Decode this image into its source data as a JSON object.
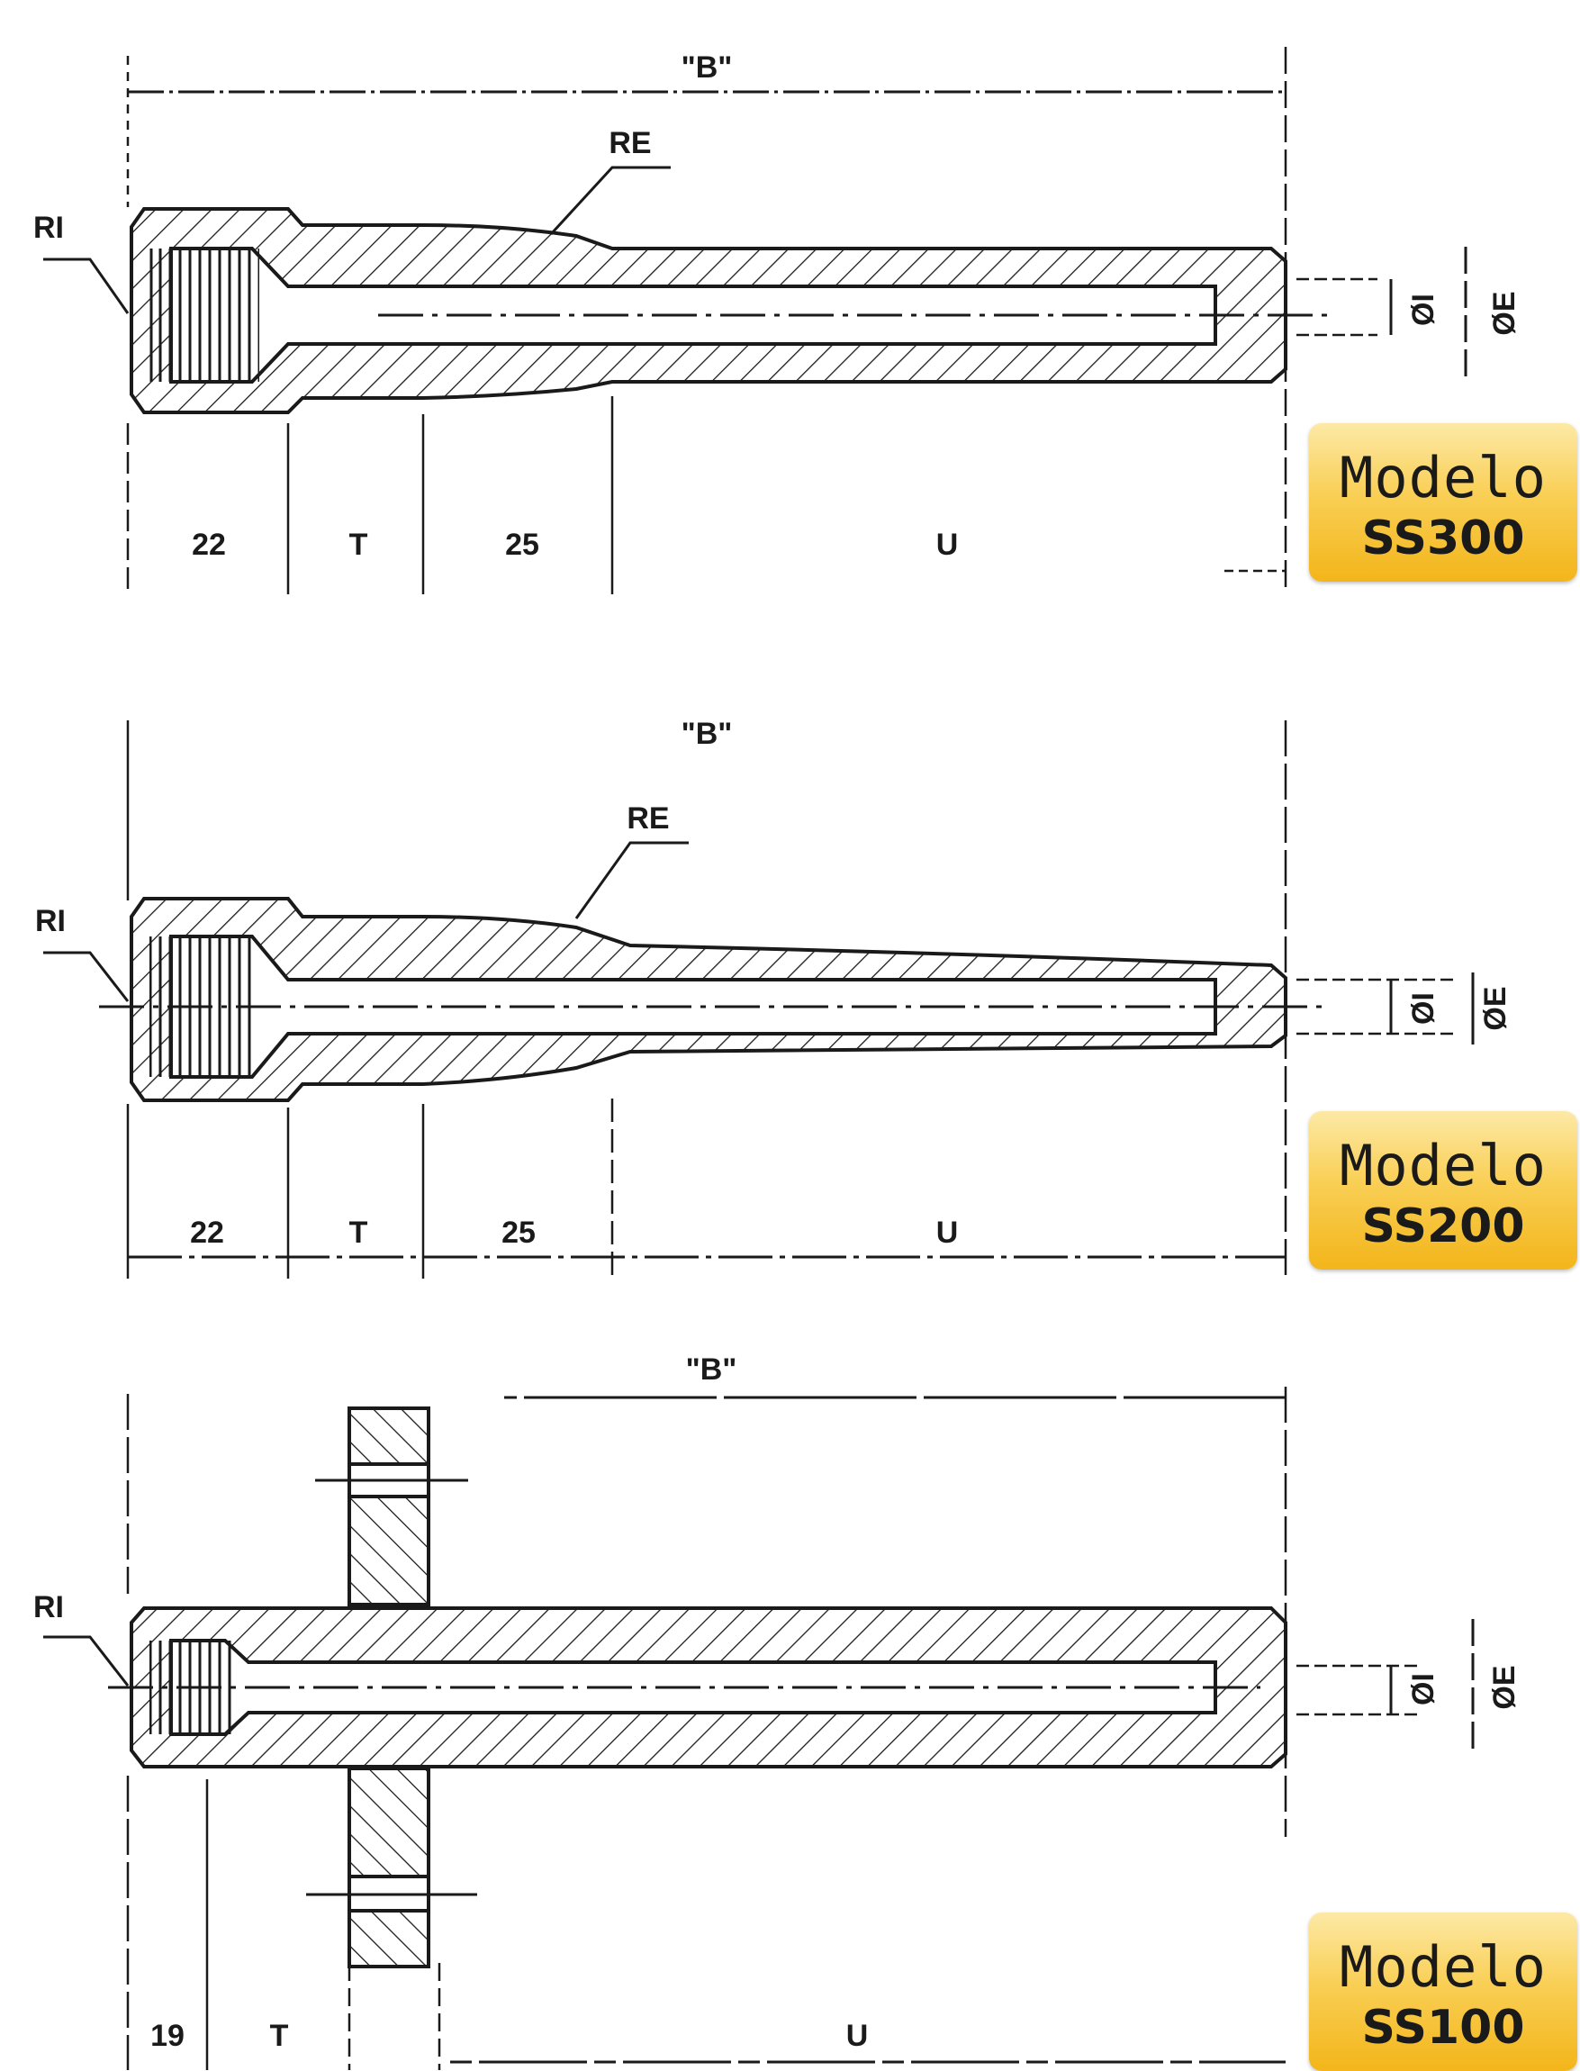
{
  "models": [
    {
      "id": "ss300",
      "badge_line1": "Modelo",
      "badge_line2": "SS300",
      "labels": {
        "overall": "\"B\"",
        "re": "RE",
        "ri": "RI",
        "d1": "22",
        "d2": "T",
        "d3": "25",
        "d4": "U",
        "dia_i": "ØI",
        "dia_e": "ØE"
      }
    },
    {
      "id": "ss200",
      "badge_line1": "Modelo",
      "badge_line2": "SS200",
      "labels": {
        "overall": "\"B\"",
        "re": "RE",
        "ri": "RI",
        "d1": "22",
        "d2": "T",
        "d3": "25",
        "d4": "U",
        "dia_i": "ØI",
        "dia_e": "ØE"
      }
    },
    {
      "id": "ss100",
      "badge_line1": "Modelo",
      "badge_line2": "SS100",
      "labels": {
        "overall": "\"B\"",
        "ri": "RI",
        "d1": "19",
        "d2": "T",
        "d4": "U",
        "dia_i": "ØI",
        "dia_e": "ØE"
      }
    }
  ],
  "colors": {
    "ink": "#1a1a1a",
    "badge_top": "#fde9a6",
    "badge_bottom": "#f3b51a"
  }
}
